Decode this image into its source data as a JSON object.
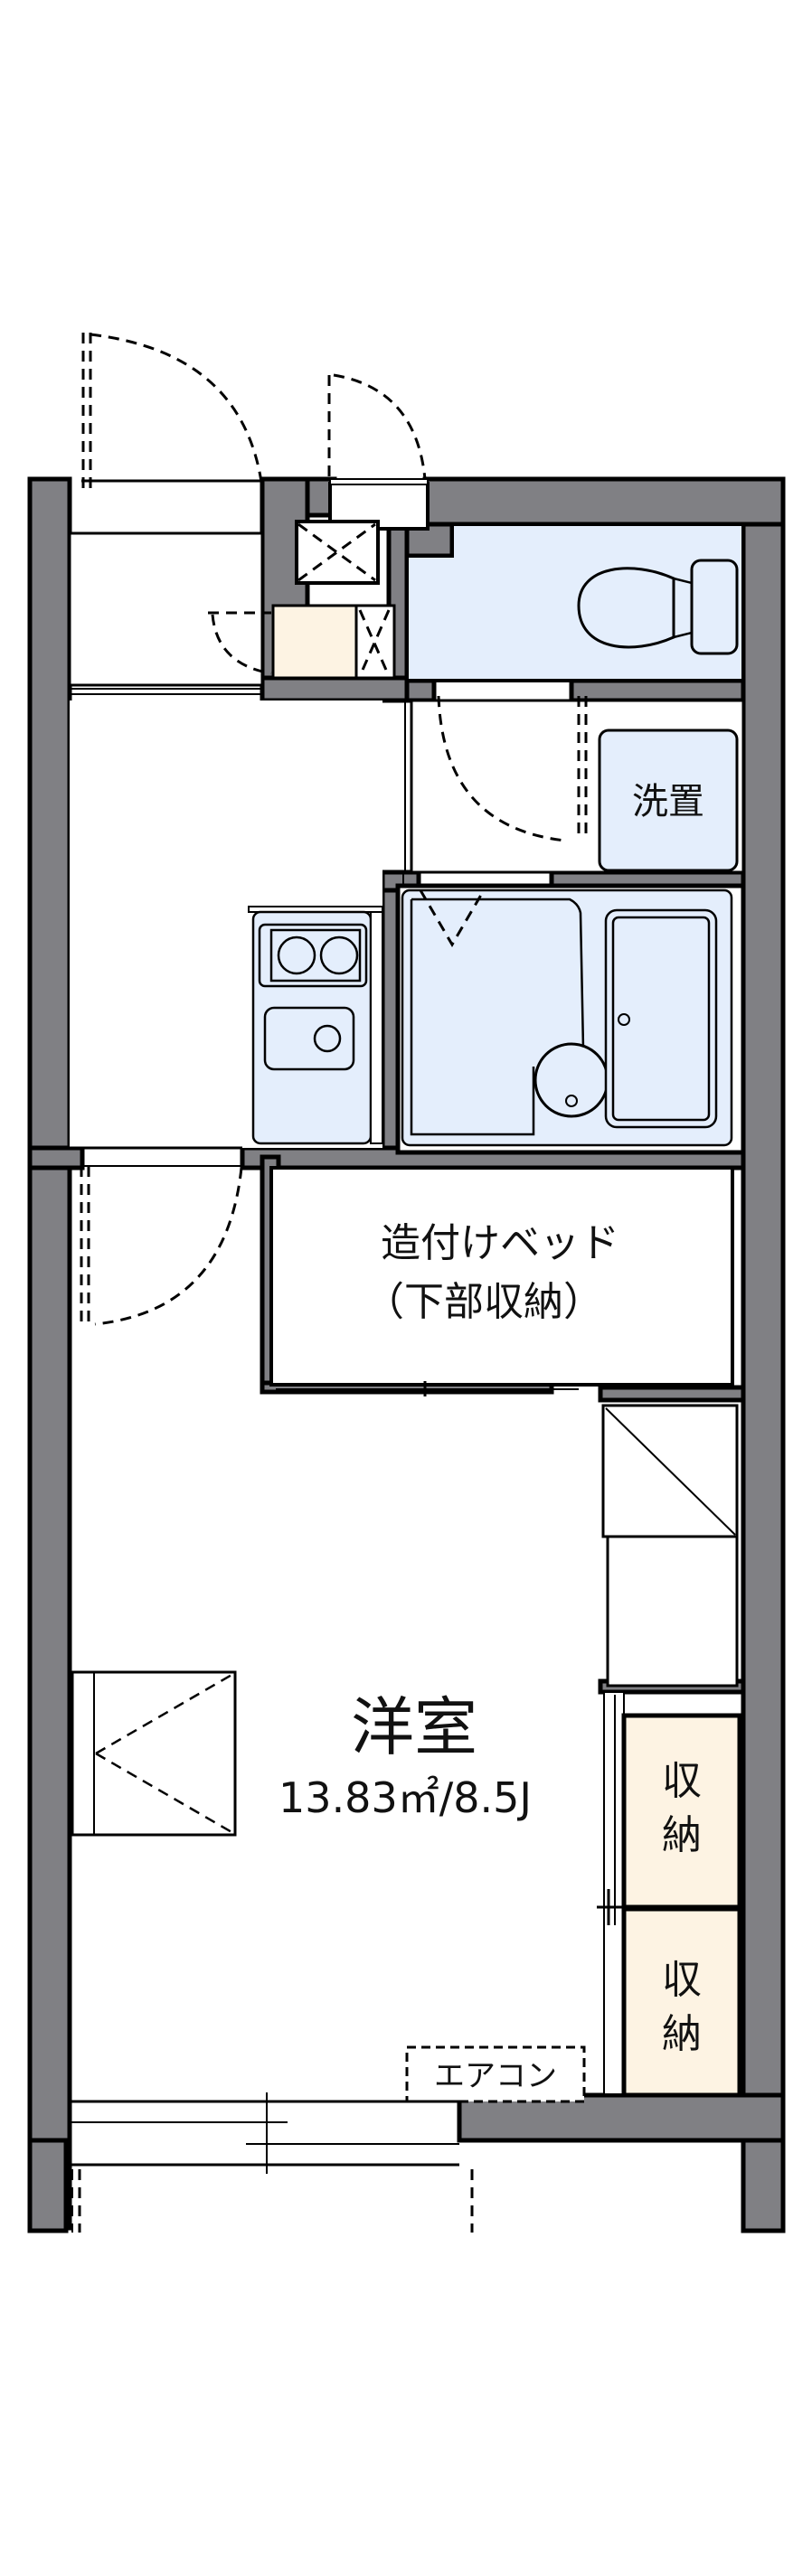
{
  "floorplan": {
    "colors": {
      "wall": "#808084",
      "fixture": "#e4eefc",
      "storage": "#fdf3e3",
      "line": "#000000",
      "background": "#ffffff"
    },
    "rooms": {
      "western_room": {
        "label": "洋室",
        "area": "13.83㎡/8.5J"
      },
      "built_in_bed": {
        "line1": "造付けベッド",
        "line2": "（下部収納）"
      },
      "washer_space": {
        "label": "洗置"
      },
      "storage_upper": {
        "line1": "収",
        "line2": "納"
      },
      "storage_lower": {
        "line1": "収",
        "line2": "納"
      },
      "air_conditioner": {
        "label": "エアコン"
      }
    },
    "icons": [
      "entrance-door-swing-icon",
      "toilet-icon",
      "washing-machine-space-icon",
      "bathtub-icon",
      "washbasin-icon",
      "stove-icon",
      "kitchen-sink-icon",
      "room-door-swing-icon",
      "balcony-window-icon",
      "window-icon"
    ]
  }
}
